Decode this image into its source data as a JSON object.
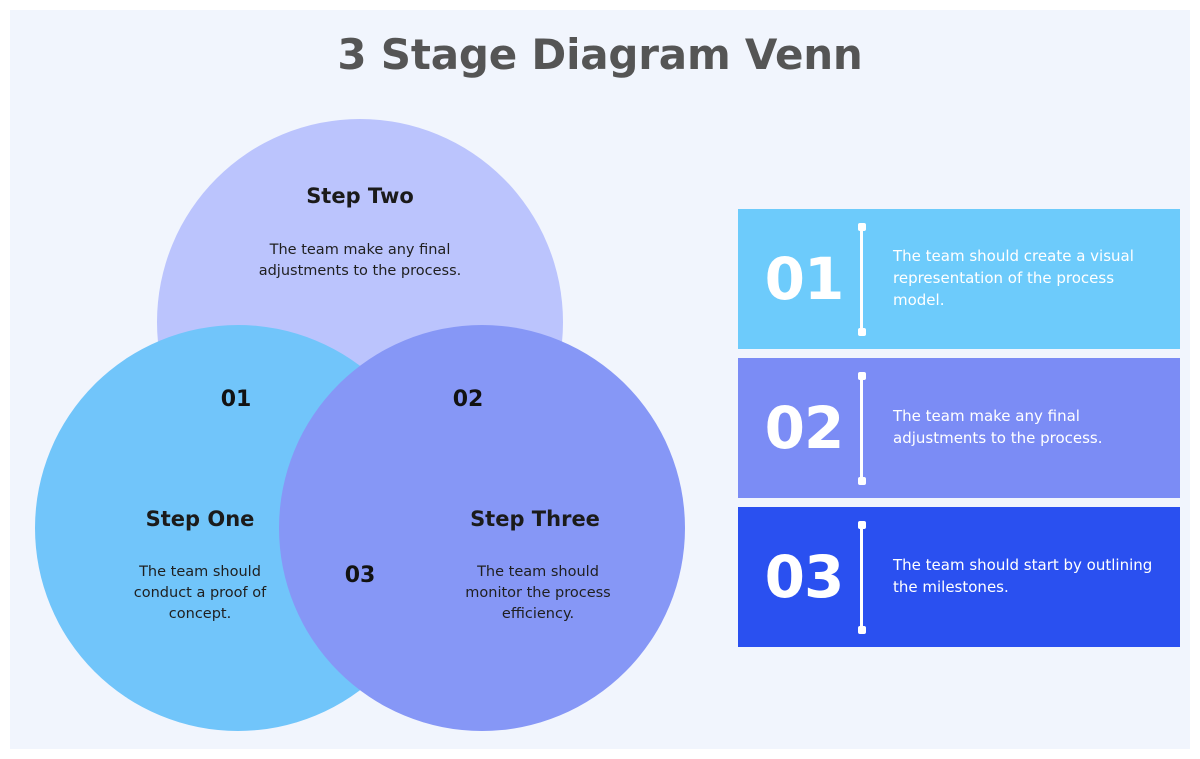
{
  "page": {
    "title": "3 Stage Diagram Venn",
    "background": "#f1f5fd",
    "title_color": "#555555"
  },
  "venn": {
    "circles": [
      {
        "id": "step-one",
        "title": "Step One",
        "description": "The team should conduct a proof of concept.",
        "color": "#66c6fb"
      },
      {
        "id": "step-two",
        "title": "Step Two",
        "description": "The team make any final adjustments to the process.",
        "color": "#b3baff"
      },
      {
        "id": "step-three",
        "title": "Step Three",
        "description": "The team should monitor the process efficiency.",
        "color": "#7b8cf5"
      }
    ],
    "overlap_labels": [
      {
        "id": "overlap-01",
        "label": "01",
        "color": "#79a3fc"
      },
      {
        "id": "overlap-02",
        "label": "02",
        "color": "#6f87f7"
      },
      {
        "id": "overlap-03",
        "label": "03",
        "color": "#3b97fb"
      }
    ],
    "center_color": "#5d8bfa"
  },
  "cards": [
    {
      "number": "01",
      "text": "The team should create a visual representation of the process model.",
      "color": "#6dcbfb"
    },
    {
      "number": "02",
      "text": "The team make any final adjustments to the process.",
      "color": "#7b8cf5"
    },
    {
      "number": "03",
      "text": "The team should start by outlining the milestones.",
      "color": "#2a50f0"
    }
  ]
}
